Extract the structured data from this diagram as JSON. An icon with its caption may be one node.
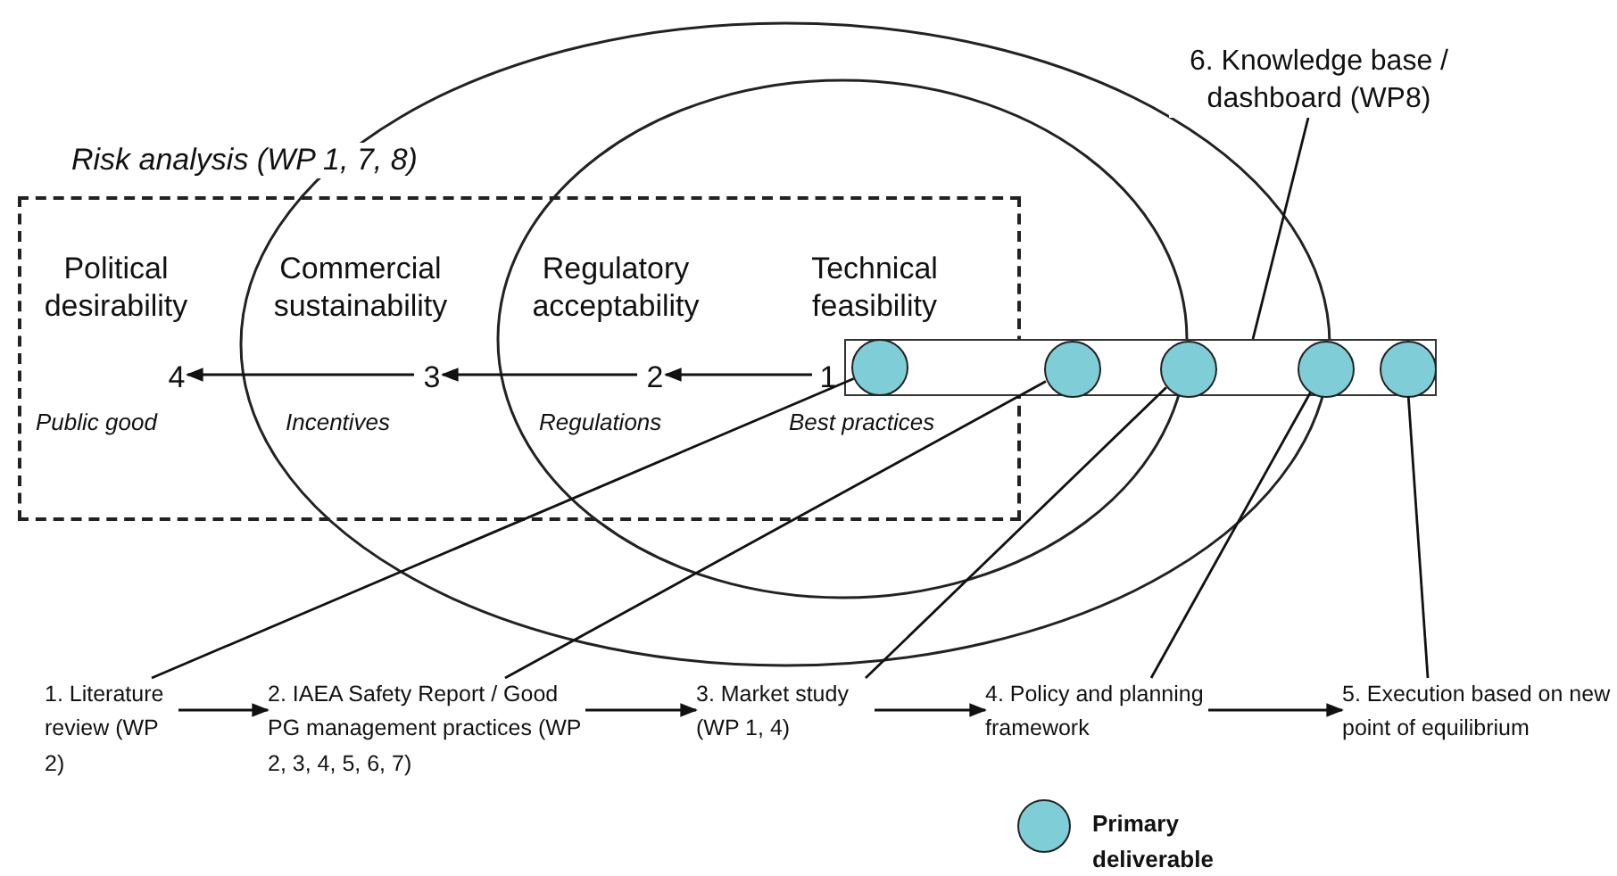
{
  "diagram": {
    "nodes": [
      {
        "text": [
          "Risk analysis (WP 1, 7, 8)"
        ]
      },
      {
        "text": [
          "4"
        ],
        "in": 0
      },
      {
        "text": [
          "3"
        ],
        "in": 0
      },
      {
        "text": [
          "2"
        ],
        "in": 0
      },
      {
        "text": [
          "1"
        ],
        "in": 0
      },
      {
        "text": [
          "6. Knowledge base / dashboard (WP8)"
        ]
      },
      {
        "text": [],
        "shape": "bar"
      },
      {
        "text": [],
        "shape": "circle"
      },
      {
        "text": [],
        "shape": "circle",
        "in": 6
      },
      {
        "text": [],
        "shape": "circle",
        "in": 6
      },
      {
        "text": [],
        "shape": "circle",
        "in": 6
      },
      {
        "text": [],
        "shape": "circle",
        "in": 6
      },
      {
        "text": [
          "1. Literature review (WP 2)"
        ]
      },
      {
        "text": [
          "2. IAEA Safety Report / Good PG management practices (WP 2, 3, 4, 5, 6, 7)"
        ]
      },
      {
        "text": [
          "3. Market study (WP 1, 4)"
        ]
      },
      {
        "text": [
          "4. Policy and planning framework"
        ]
      },
      {
        "text": [
          "5. Execution based on new point of equilibrium"
        ]
      }
    ],
    "edges": [
      {
        "from": 4,
        "to": 3,
        "arrow": "to"
      },
      {
        "from": 3,
        "to": 2,
        "arrow": "to"
      },
      {
        "from": 2,
        "to": 1,
        "arrow": "to"
      },
      {
        "from": 5,
        "to": 6,
        "arrow": "none"
      },
      {
        "from": 12,
        "to": 7,
        "arrow": "none"
      },
      {
        "from": 13,
        "to": 8,
        "arrow": "none"
      },
      {
        "from": 14,
        "to": 9,
        "arrow": "none"
      },
      {
        "from": 15,
        "to": 10,
        "arrow": "none"
      },
      {
        "from": 16,
        "to": 11,
        "arrow": "none"
      },
      {
        "from": 12,
        "to": 13,
        "arrow": "to"
      },
      {
        "from": 13,
        "to": 14,
        "arrow": "to"
      },
      {
        "from": 14,
        "to": 15,
        "arrow": "to"
      },
      {
        "from": 15,
        "to": 16,
        "arrow": "to"
      }
    ],
    "labels": [
      "Political desirability",
      "Commercial sustainability",
      "Regulatory acceptability",
      "Technical feasibility",
      "Public good",
      "Incentives",
      "Regulations",
      "Best practices"
    ],
    "legend": [
      {
        "text": "Primary deliverable",
        "color": "#7fcdd6"
      }
    ]
  }
}
